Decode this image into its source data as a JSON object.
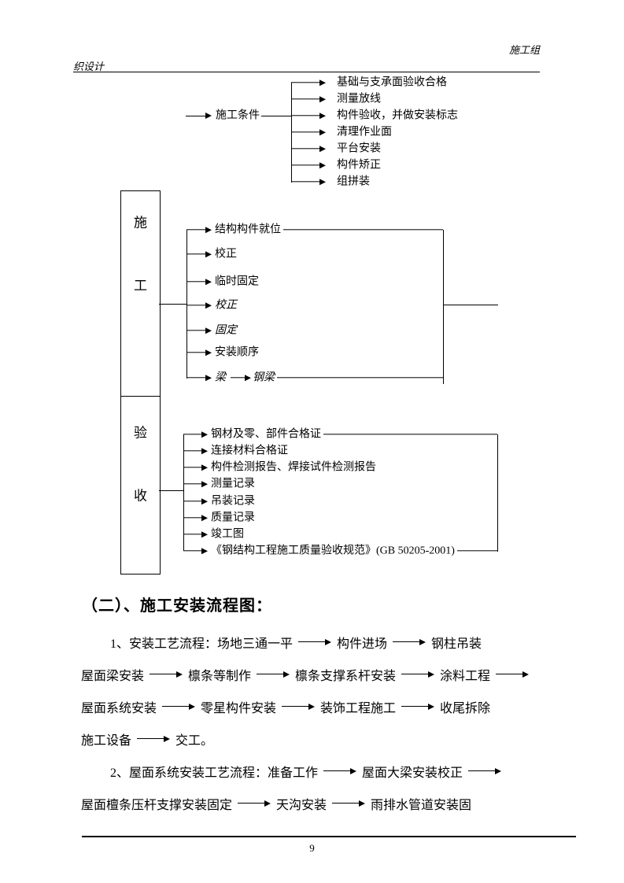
{
  "header": {
    "doc_label_right": "施工组",
    "doc_label_left": "织设计"
  },
  "flowchart": {
    "entry_label": "施工条件",
    "condition_items": [
      "基础与支承面验收合格",
      "测量放线",
      "构件验收，并做安装标志",
      "清理作业面",
      "平台安装",
      "构件矫正",
      "组拼装"
    ],
    "construction_box_label": "施工",
    "construction_items": [
      "结构构件就位",
      "校正",
      "临时固定",
      "校正",
      "固定",
      "安装顺序"
    ],
    "beam_row": {
      "from": "梁",
      "to": "钢梁"
    },
    "acceptance_box_label": "验收",
    "acceptance_items": [
      "钢材及零、部件合格证",
      "连接材料合格证",
      "构件检测报告、焊接试件检测报告",
      "测量记录",
      "吊装记录",
      "质量记录",
      "竣工图",
      "《钢结构工程施工质量验收规范》(GB 50205-2001)"
    ]
  },
  "section": {
    "heading": "（二）、施工安装流程图：",
    "flow_lines": [
      {
        "indent": true,
        "parts": [
          "1、安装工艺流程：场地三通一平",
          "构件进场",
          "钢柱吊装"
        ],
        "trailing_arrow": false
      },
      {
        "indent": false,
        "parts": [
          "屋面梁安装",
          "檩条等制作",
          "檩条支撑系杆安装",
          "涂料工程"
        ],
        "trailing_arrow": true
      },
      {
        "indent": false,
        "parts": [
          "屋面系统安装",
          "零星构件安装",
          "装饰工程施工",
          "收尾拆除"
        ],
        "trailing_arrow": false
      },
      {
        "indent": false,
        "parts": [
          "施工设备",
          "交工。"
        ],
        "trailing_arrow": false
      },
      {
        "indent": true,
        "parts": [
          "2、屋面系统安装工艺流程：准备工作",
          "屋面大梁安装校正"
        ],
        "trailing_arrow": true
      },
      {
        "indent": false,
        "parts": [
          "屋面檀条压杆支撑安装固定",
          "天沟安装",
          "雨排水管道安装固"
        ],
        "trailing_arrow": false
      }
    ]
  },
  "footer": {
    "page_number": "9"
  }
}
